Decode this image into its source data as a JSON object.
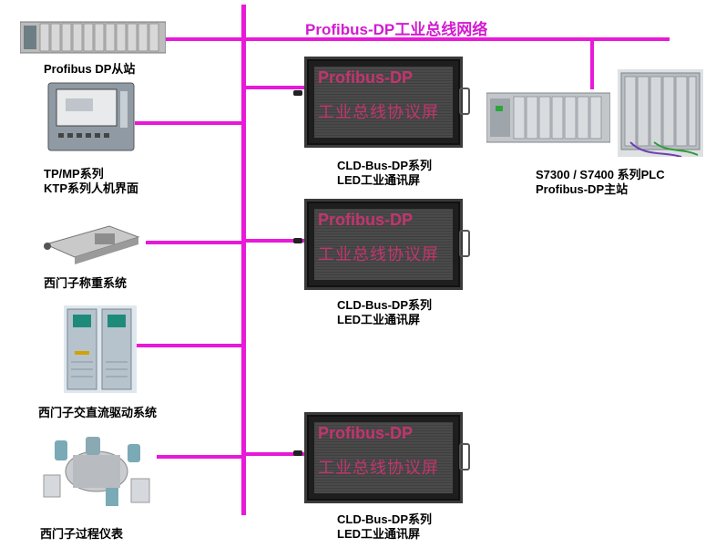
{
  "title": "Profibus-DP工业总线网络",
  "colors": {
    "bus": "#e819d8",
    "title": "#d21bd0",
    "led_text": "#c2356e"
  },
  "devices_left": [
    {
      "label": "Profibus DP从站"
    },
    {
      "label_line1": "TP/MP系列",
      "label_line2": "KTP系列人机界面"
    },
    {
      "label": "西门子称重系统"
    },
    {
      "label": "西门子交直流驱动系统"
    },
    {
      "label": "西门子过程仪表"
    }
  ],
  "led_screens": [
    {
      "text1": "Profibus-DP",
      "text2": "工业总线协议屏",
      "caption_line1": "CLD-Bus-DP系列",
      "caption_line2": "LED工业通讯屏"
    },
    {
      "text1": "Profibus-DP",
      "text2": "工业总线协议屏",
      "caption_line1": "CLD-Bus-DP系列",
      "caption_line2": "LED工业通讯屏"
    },
    {
      "text1": "Profibus-DP",
      "text2": "工业总线协议屏",
      "caption_line1": "CLD-Bus-DP系列",
      "caption_line2": "LED工业通讯屏"
    }
  ],
  "plc": {
    "label_line1": "S7300 / S7400  系列PLC",
    "label_line2": "Profibus-DP主站"
  }
}
